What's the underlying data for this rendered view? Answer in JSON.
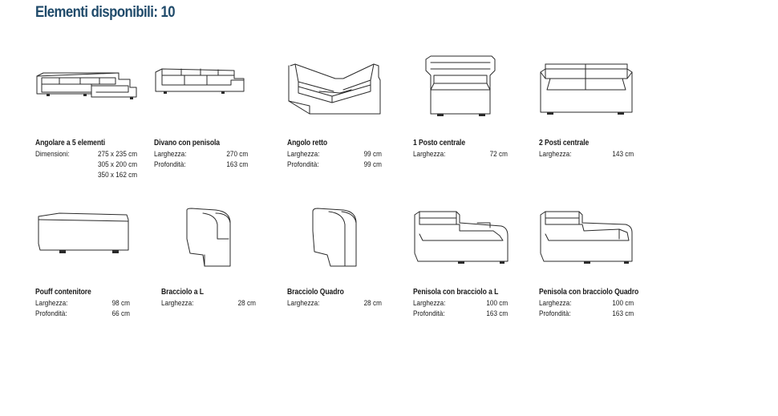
{
  "heading": "Elementi disponibili: 10",
  "colors": {
    "heading": "#1f4a6a",
    "text": "#1a1a1a",
    "line": "#2a2a2a"
  },
  "items": [
    {
      "name": "Angolare a 5 elementi",
      "icon": "corner-5-elements-sofa-drawing",
      "specs": [
        {
          "label": "Dimensioni:",
          "value": "275 x 235 cm"
        },
        {
          "label": "",
          "value": "305 x 200 cm"
        },
        {
          "label": "",
          "value": "350 x 162 cm"
        }
      ]
    },
    {
      "name": "Divano con penisola",
      "icon": "sofa-with-chaise-drawing",
      "specs": [
        {
          "label": "Larghezza:",
          "value": "270 cm"
        },
        {
          "label": "Profondità:",
          "value": "163 cm"
        }
      ]
    },
    {
      "name": "Angolo retto",
      "icon": "right-angle-corner-drawing",
      "specs": [
        {
          "label": "Larghezza:",
          "value": "99 cm"
        },
        {
          "label": "Profondità:",
          "value": "99 cm"
        }
      ]
    },
    {
      "name": "1 Posto centrale",
      "icon": "one-seat-central-drawing",
      "specs": [
        {
          "label": "Larghezza:",
          "value": "72 cm"
        }
      ]
    },
    {
      "name": "2 Posti centrale",
      "icon": "two-seat-central-drawing",
      "specs": [
        {
          "label": "Larghezza:",
          "value": "143 cm"
        }
      ]
    },
    {
      "name": "Pouff contenitore",
      "icon": "storage-pouf-drawing",
      "specs": [
        {
          "label": "Larghezza:",
          "value": "98 cm"
        },
        {
          "label": "Profondità:",
          "value": "66 cm"
        }
      ]
    },
    {
      "name": "Bracciolo a L",
      "icon": "l-armrest-drawing",
      "specs": [
        {
          "label": "Larghezza:",
          "value": "28 cm"
        }
      ]
    },
    {
      "name": "Bracciolo Quadro",
      "icon": "square-armrest-drawing",
      "specs": [
        {
          "label": "Larghezza:",
          "value": "28 cm"
        }
      ]
    },
    {
      "name": "Penisola con bracciolo a L",
      "icon": "chaise-l-armrest-drawing",
      "specs": [
        {
          "label": "Larghezza:",
          "value": "100 cm"
        },
        {
          "label": "Profondità:",
          "value": "163 cm"
        }
      ]
    },
    {
      "name": "Penisola con bracciolo Quadro",
      "icon": "chaise-square-armrest-drawing",
      "specs": [
        {
          "label": "Larghezza:",
          "value": "100 cm"
        },
        {
          "label": "Profondità:",
          "value": "163 cm"
        }
      ]
    }
  ]
}
